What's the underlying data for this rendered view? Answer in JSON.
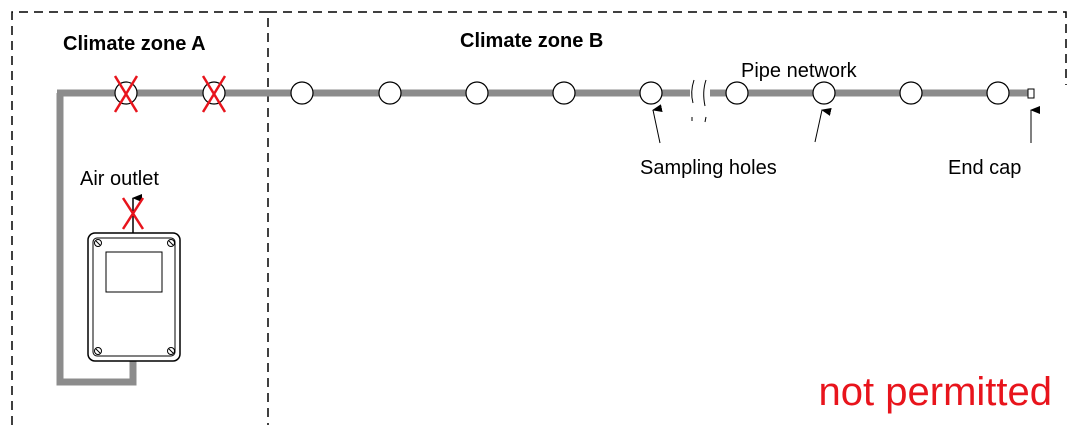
{
  "zones": {
    "a_label": "Climate zone A",
    "b_label": "Climate zone B"
  },
  "labels": {
    "pipe_network": "Pipe network",
    "air_outlet": "Air outlet",
    "sampling_holes": "Sampling holes",
    "end_cap": "End cap",
    "not_permitted": "not permitted"
  },
  "colors": {
    "pipe": "#8c8c8c",
    "cross": "#e8141c",
    "warning_text": "#e8141c",
    "zone_border": "#000000"
  },
  "icons": {
    "blocked_marker": "red-x-icon",
    "device": "aspirating-detector-icon",
    "hole": "sampling-hole-icon",
    "cap": "end-cap-icon"
  }
}
